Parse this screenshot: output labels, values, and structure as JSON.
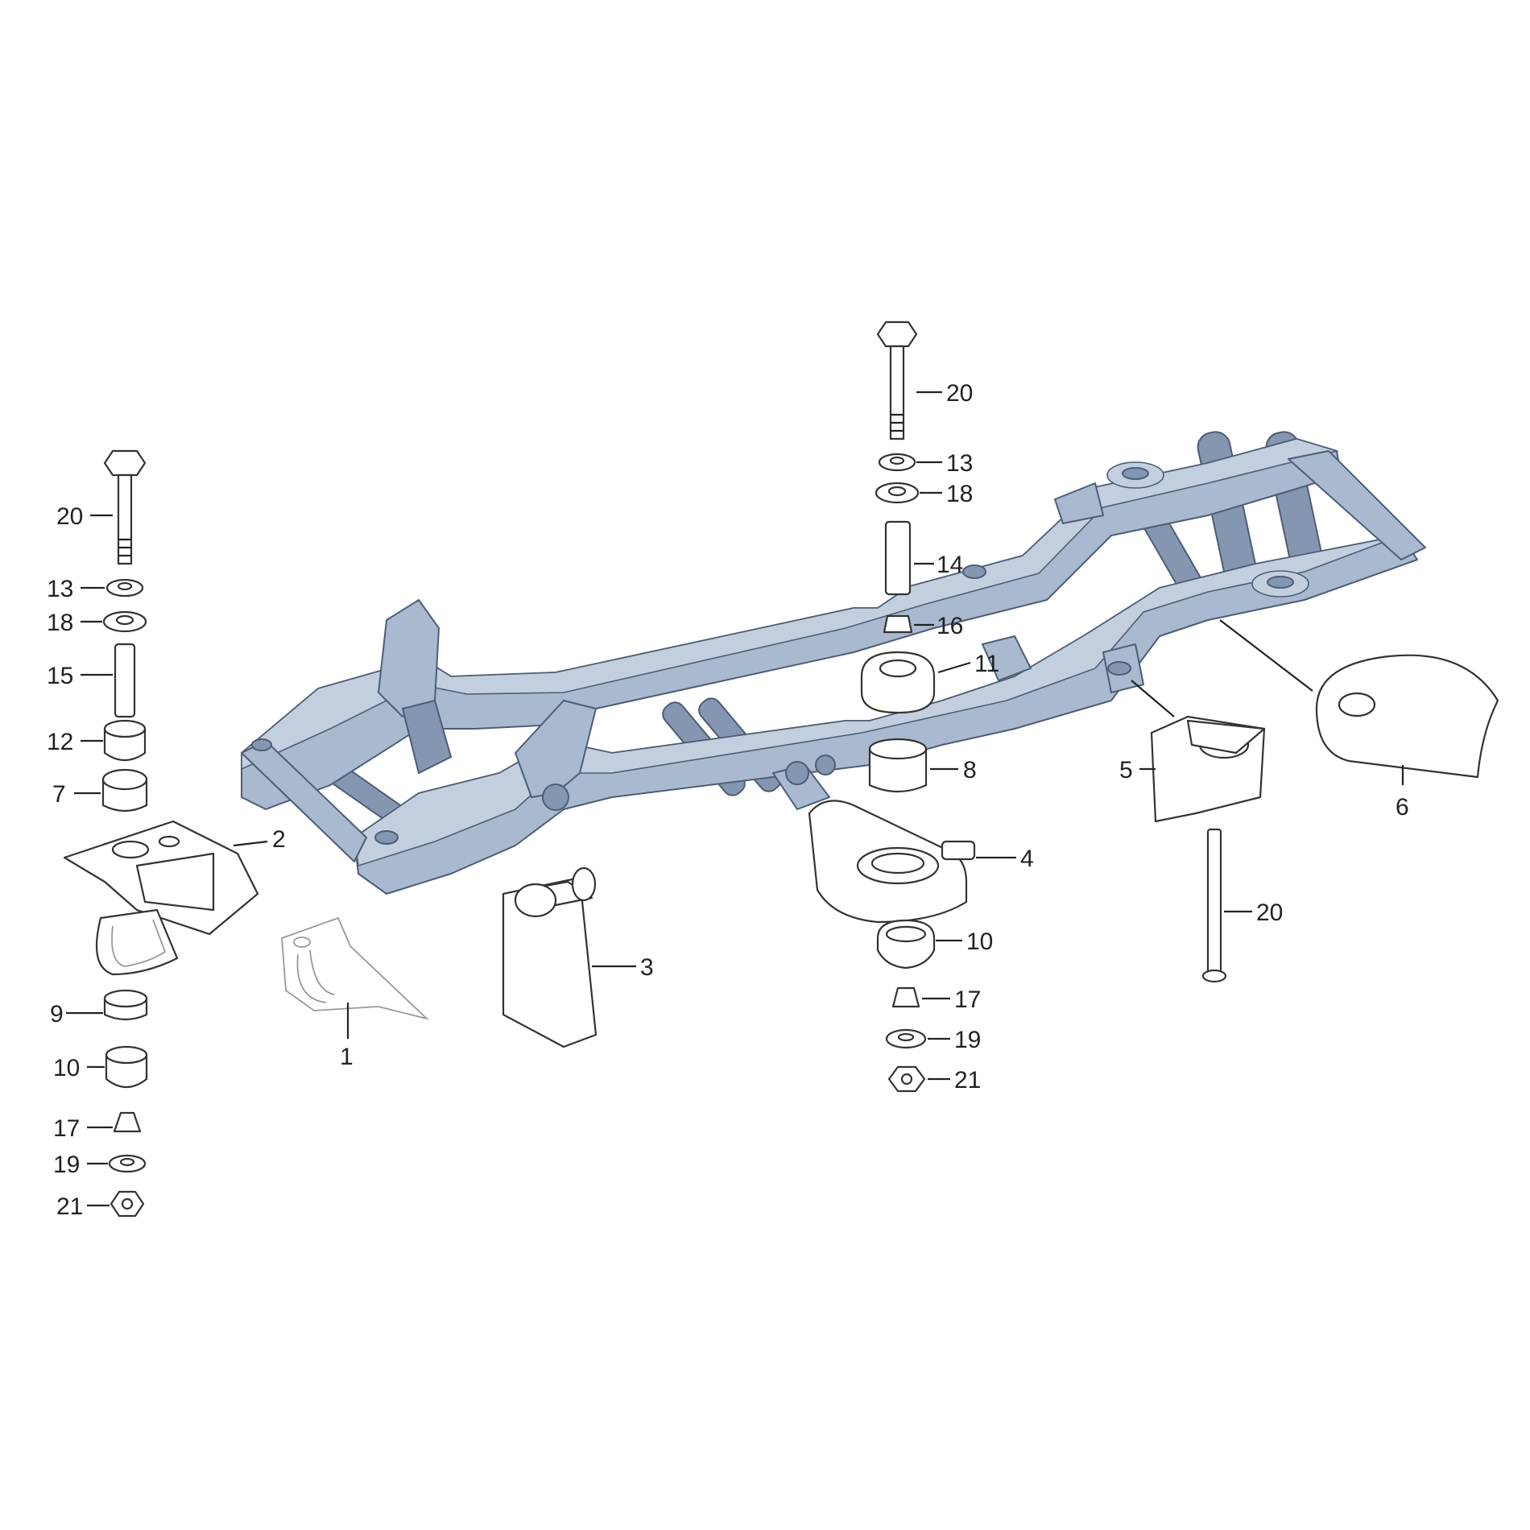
{
  "diagram": {
    "colors": {
      "frame": "#a9b9cf",
      "frame_outline": "#4d5d75",
      "part_outline": "#333333",
      "background": "#ffffff"
    },
    "callouts": {
      "c1": "1",
      "c2": "2",
      "c3": "3",
      "c4": "4",
      "c5": "5",
      "c6": "6",
      "c7": "7",
      "c8": "8",
      "c9": "9",
      "c10a": "10",
      "c10b": "10",
      "c11": "11",
      "c12": "12",
      "c13a": "13",
      "c13b": "13",
      "c14": "14",
      "c15": "15",
      "c16": "16",
      "c17a": "17",
      "c17b": "17",
      "c18a": "18",
      "c18b": "18",
      "c19a": "19",
      "c19b": "19",
      "c20a": "20",
      "c20b": "20",
      "c20c": "20",
      "c21a": "21",
      "c21b": "21"
    }
  }
}
